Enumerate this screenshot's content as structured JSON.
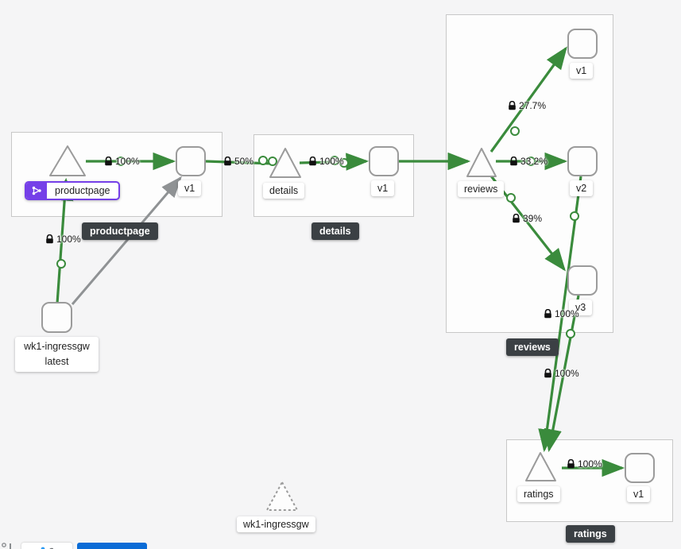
{
  "app": {
    "view": "service-mesh-graph"
  },
  "groups": [
    {
      "label": "productpage"
    },
    {
      "label": "details"
    },
    {
      "label": "reviews"
    },
    {
      "label": "ratings"
    }
  ],
  "nodes": {
    "productpage_service": "productpage",
    "productpage_v1": "v1",
    "details_service": "details",
    "details_v1": "v1",
    "reviews_service": "reviews",
    "reviews_v1": "v1",
    "reviews_v2": "v2",
    "reviews_v3": "v3",
    "ratings_service": "ratings",
    "ratings_v1": "v1",
    "ingress_workload_line1": "wk1-ingressgw",
    "ingress_workload_line2": "latest",
    "ingress_service": "wk1-ingressgw"
  },
  "edges": {
    "ingress_to_productpage": "100%",
    "productpage_to_v1": "100%",
    "productpage_to_details": "50%",
    "details_to_v1": "100%",
    "reviews_to_v1": "27.7%",
    "reviews_to_v2": "33.2%",
    "reviews_to_v3": "39%",
    "v3_to_ratings": "100%",
    "v2_to_ratings": "100%",
    "ratings_to_v1": "100%"
  },
  "colors": {
    "edge_green": "#3a8b3c",
    "edge_gray": "#8f9294",
    "virtual_service_purple": "#7540e8",
    "group_tooltip_bg": "#3b4044",
    "primary_button_blue": "#0a6cd6"
  }
}
